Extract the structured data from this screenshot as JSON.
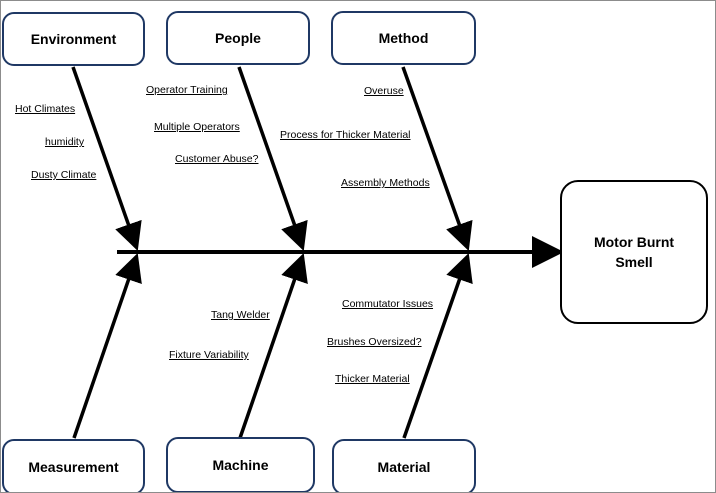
{
  "categories": {
    "environment": "Environment",
    "people": "People",
    "method": "Method",
    "measurement": "Measurement",
    "machine": "Machine",
    "material": "Material"
  },
  "effect": {
    "line1": "Motor Burnt",
    "line2": "Smell"
  },
  "causes": {
    "environment": [
      "Hot Climates",
      "humidity",
      "Dusty Climate"
    ],
    "people": [
      "Operator Training",
      "Multiple Operators",
      "Customer Abuse?"
    ],
    "method": [
      "Overuse",
      "Process for Thicker Material",
      "Assembly Methods"
    ],
    "machine": [
      "Tang Welder",
      "Fixture Variability"
    ],
    "material": [
      "Commutator Issues",
      "Brushes Oversized?",
      "Thicker Material"
    ]
  }
}
